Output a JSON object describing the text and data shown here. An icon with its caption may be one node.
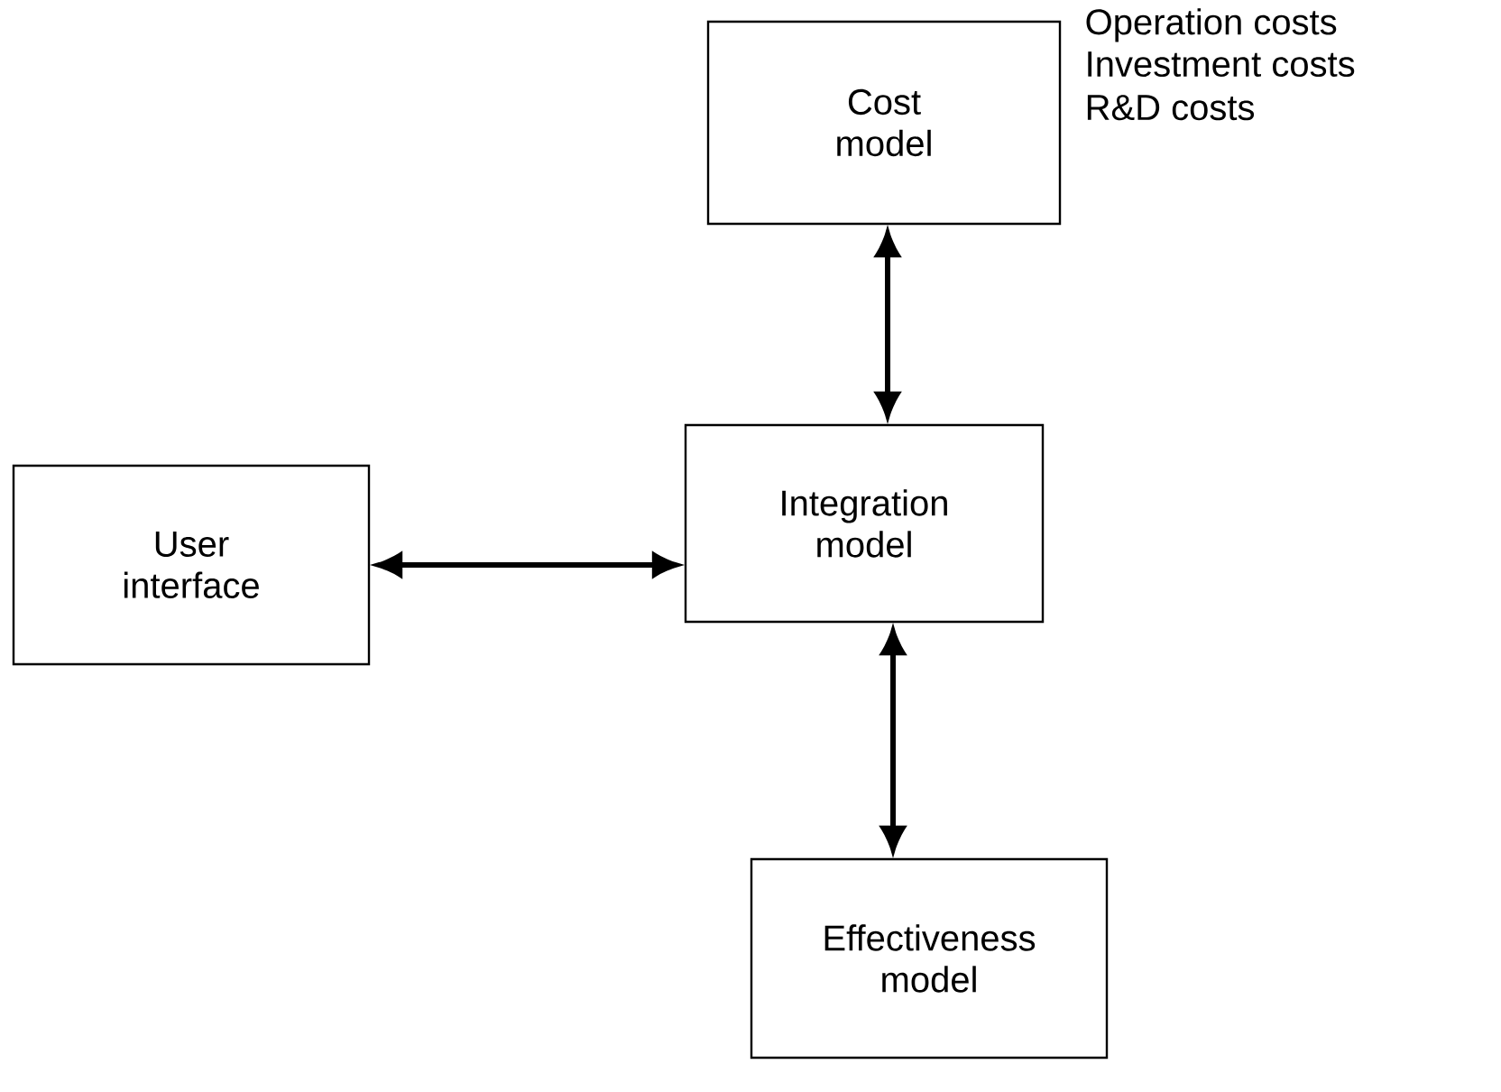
{
  "diagram": {
    "nodes": [
      {
        "text": [
          "Cost model"
        ],
        "beside": [
          "Operation costs",
          "Investment costs",
          "R&D costs"
        ]
      },
      {
        "text": [
          "User interface"
        ]
      },
      {
        "text": [
          "Integration model"
        ]
      },
      {
        "text": [
          "Effectiveness model"
        ]
      }
    ],
    "edges": [
      {
        "from": 0,
        "to": 2,
        "arrow": "both"
      },
      {
        "from": 1,
        "to": 2,
        "arrow": "both"
      },
      {
        "from": 2,
        "to": 3,
        "arrow": "both"
      }
    ]
  }
}
